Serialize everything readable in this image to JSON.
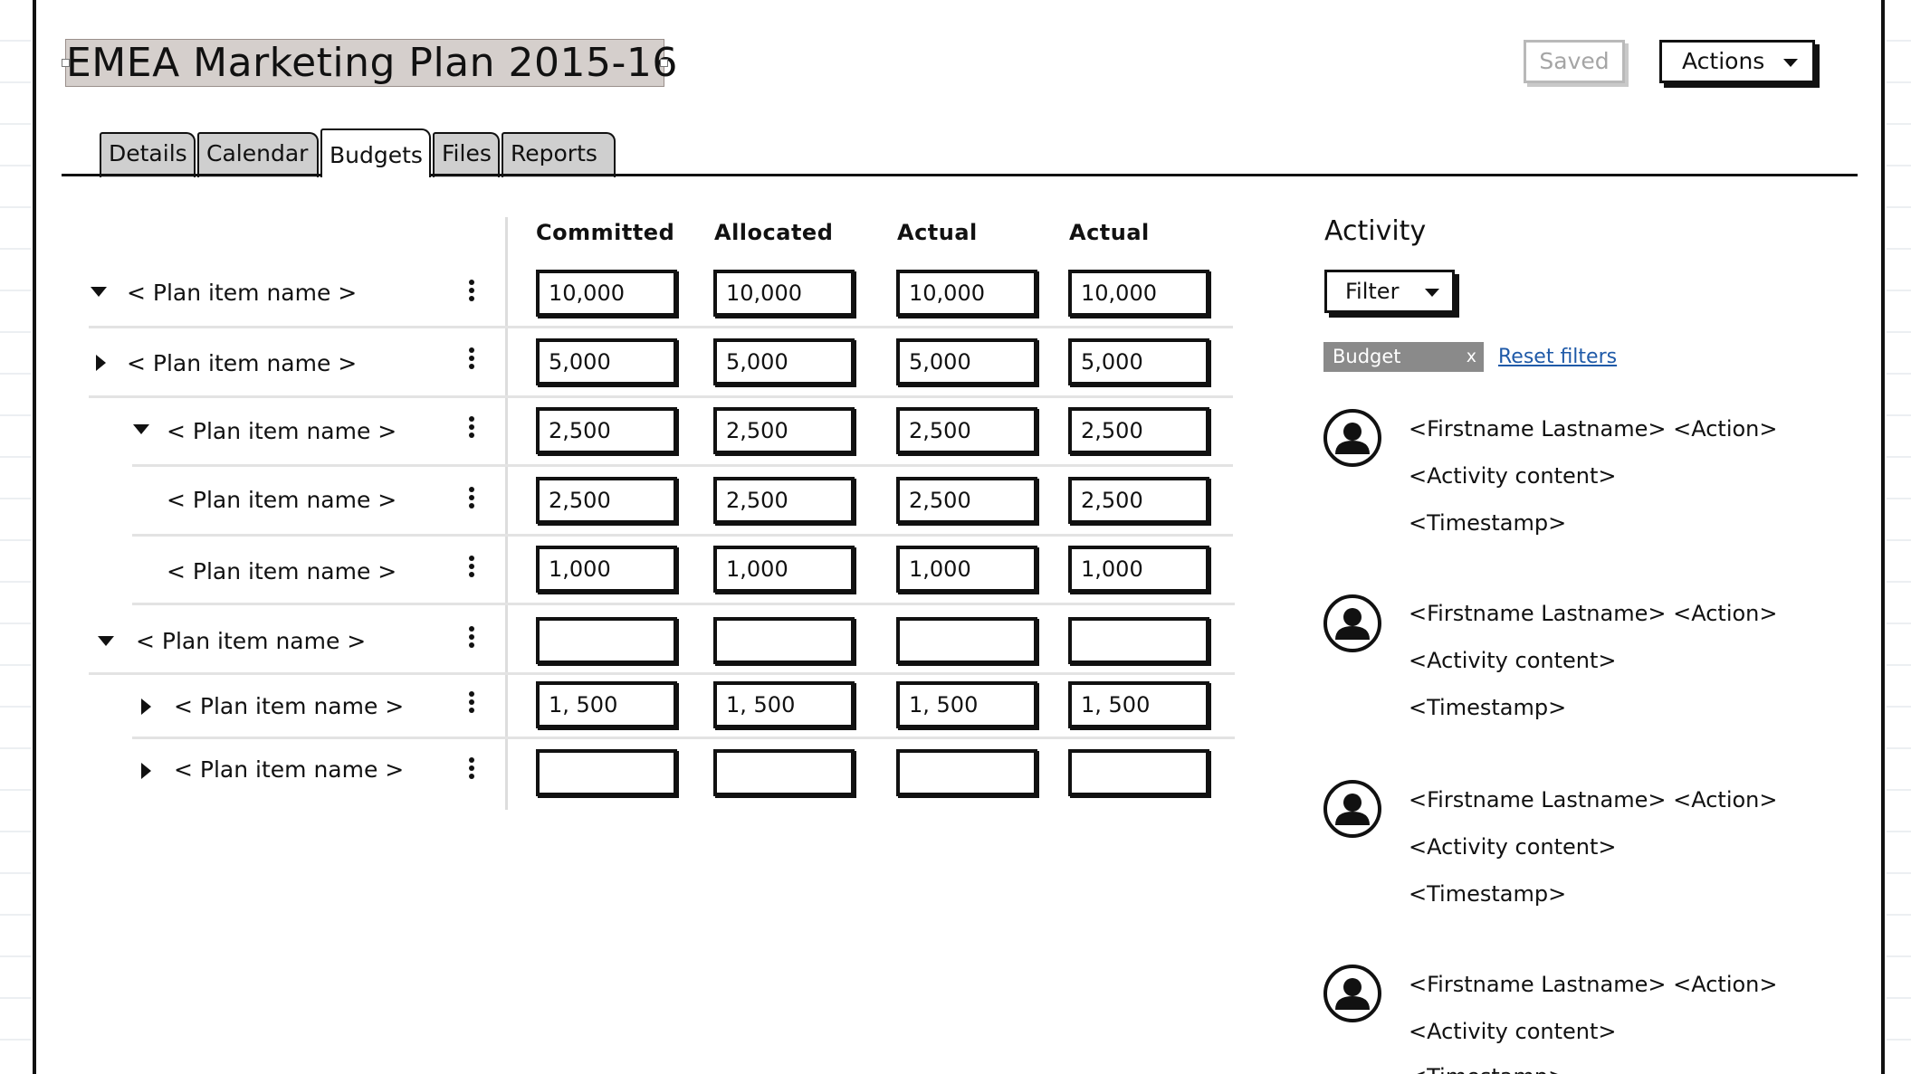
{
  "page": {
    "title": "EMEA Marketing Plan 2015-16",
    "saved_label": "Saved",
    "actions_label": "Actions"
  },
  "tabs": [
    {
      "label": "Details",
      "active": false
    },
    {
      "label": "Calendar",
      "active": false
    },
    {
      "label": "Budgets",
      "active": true
    },
    {
      "label": "Files",
      "active": false
    },
    {
      "label": "Reports",
      "active": false
    }
  ],
  "budget_table": {
    "columns": [
      "Committed",
      "Allocated",
      "Actual",
      "Actual"
    ],
    "rows": [
      {
        "name": "< Plan item name >",
        "expander": "expanded",
        "values": [
          "10,000",
          "10,000",
          "10,000",
          "10,000"
        ]
      },
      {
        "name": "< Plan item name >",
        "expander": "collapsed",
        "values": [
          "5,000",
          "5,000",
          "5,000",
          "5,000"
        ]
      },
      {
        "name": "< Plan item name >",
        "expander": "expanded",
        "values": [
          "2,500",
          "2,500",
          "2,500",
          "2,500"
        ]
      },
      {
        "name": "< Plan item name >",
        "expander": "none",
        "values": [
          "2,500",
          "2,500",
          "2,500",
          "2,500"
        ]
      },
      {
        "name": "< Plan item name >",
        "expander": "none",
        "values": [
          "1,000",
          "1,000",
          "1,000",
          "1,000"
        ]
      },
      {
        "name": "< Plan item name >",
        "expander": "expanded",
        "values": [
          "",
          "",
          "",
          ""
        ]
      },
      {
        "name": "< Plan item name >",
        "expander": "collapsed",
        "values": [
          "1, 500",
          "1, 500",
          "1, 500",
          "1, 500"
        ]
      },
      {
        "name": "< Plan item name >",
        "expander": "collapsed",
        "values": [
          "",
          "",
          "",
          ""
        ]
      }
    ]
  },
  "activity": {
    "title": "Activity",
    "filter_label": "Filter",
    "active_filter": "Budget",
    "remove_filter_glyph": "x",
    "reset_label": "Reset filters",
    "items": [
      {
        "header": "<Firstname Lastname>  <Action>",
        "content": "<Activity content>",
        "timestamp": "<Timestamp>"
      },
      {
        "header": "<Firstname Lastname>  <Action>",
        "content": "<Activity content>",
        "timestamp": "<Timestamp>"
      },
      {
        "header": "<Firstname Lastname>  <Action>",
        "content": "<Activity content>",
        "timestamp": "<Timestamp>"
      },
      {
        "header": "<Firstname Lastname>  <Action>",
        "content": "<Activity content>",
        "timestamp": "<Timestamp>"
      }
    ]
  }
}
